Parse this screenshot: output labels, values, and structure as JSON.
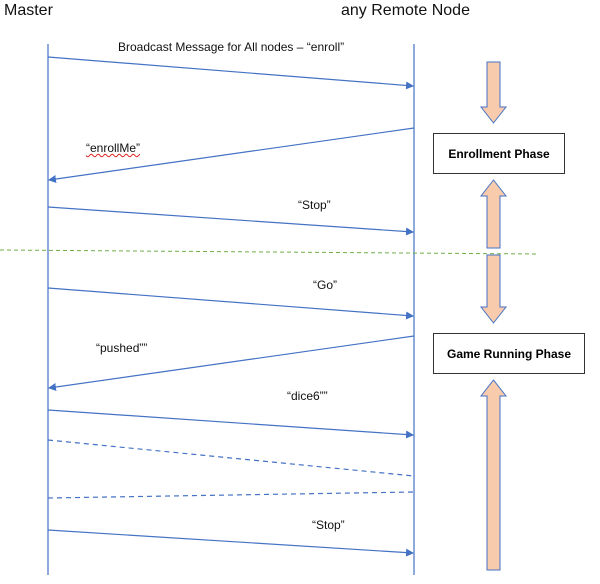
{
  "headers": {
    "master": "Master",
    "remote": "any Remote Node"
  },
  "messages": {
    "broadcast": "Broadcast Message for All nodes – “enroll”",
    "enroll_me": "“enrollMe”",
    "stop_1": "“Stop”",
    "go": "“Go”",
    "pushed": "“pushed””",
    "dice6": "“dice6””",
    "stop_2": "“Stop”"
  },
  "phases": {
    "enrollment": "Enrollment Phase",
    "game_running": "Game Running Phase"
  },
  "colors": {
    "lifeline": "#4472c4",
    "arrow_line": "#4472c4",
    "phase_arrow_fill": "#f8cbad",
    "phase_arrow_stroke": "#4472c4",
    "divider": "#70ad47"
  }
}
